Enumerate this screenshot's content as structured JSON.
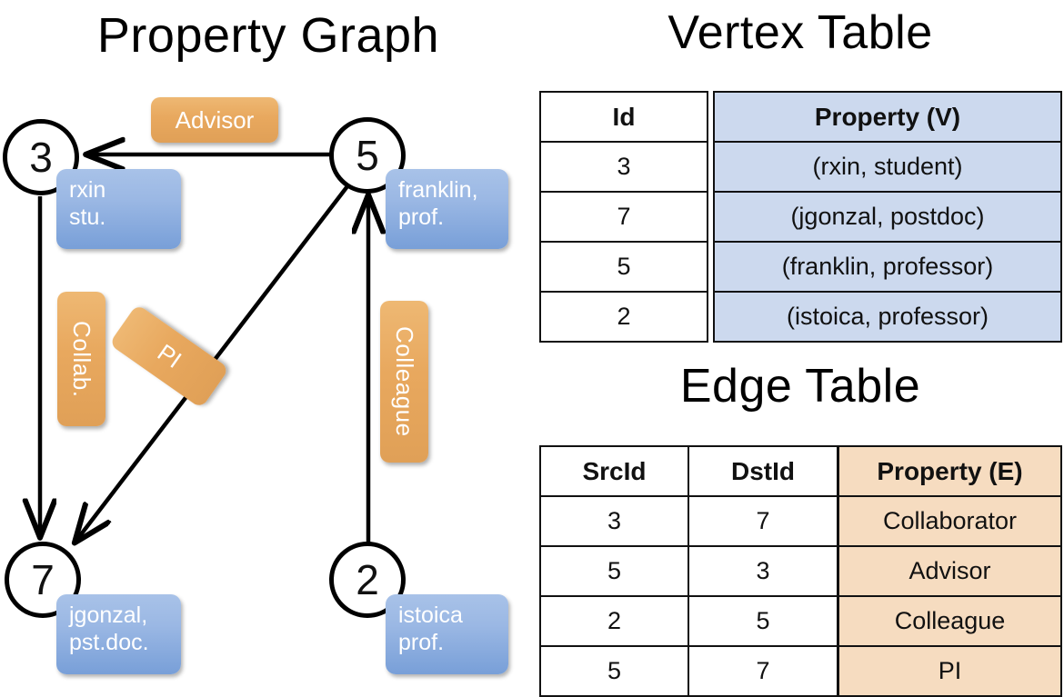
{
  "titles": {
    "property_graph": "Property Graph",
    "vertex_table": "Vertex Table",
    "edge_table": "Edge Table"
  },
  "graph": {
    "nodes": [
      {
        "id": "3",
        "property_line1": "rxin",
        "property_line2": "stu."
      },
      {
        "id": "5",
        "property_line1": "franklin,",
        "property_line2": "prof."
      },
      {
        "id": "7",
        "property_line1": "jgonzal,",
        "property_line2": "pst.doc."
      },
      {
        "id": "2",
        "property_line1": "istoica",
        "property_line2": "prof."
      }
    ],
    "edge_labels": [
      {
        "text": "Advisor"
      },
      {
        "text": "Collab."
      },
      {
        "text": "PI"
      },
      {
        "text": "Colleague"
      }
    ]
  },
  "vertex_table": {
    "headers": [
      "Id",
      "Property (V)"
    ],
    "rows": [
      {
        "id": "3",
        "property": "(rxin, student)"
      },
      {
        "id": "7",
        "property": "(jgonzal, postdoc)"
      },
      {
        "id": "5",
        "property": "(franklin, professor)"
      },
      {
        "id": "2",
        "property": "(istoica, professor)"
      }
    ]
  },
  "edge_table": {
    "headers": [
      "SrcId",
      "DstId",
      "Property (E)"
    ],
    "rows": [
      {
        "src": "3",
        "dst": "7",
        "property": "Collaborator"
      },
      {
        "src": "5",
        "dst": "3",
        "property": "Advisor"
      },
      {
        "src": "2",
        "dst": "5",
        "property": "Colleague"
      },
      {
        "src": "5",
        "dst": "7",
        "property": "PI"
      }
    ]
  },
  "colors": {
    "vertex_property_fill": "#ccd9ee",
    "edge_property_fill": "#f6dcc0",
    "node_box_blue": "#9bb8e4",
    "edge_label_orange": "#e8a85e",
    "stroke": "#000000"
  }
}
